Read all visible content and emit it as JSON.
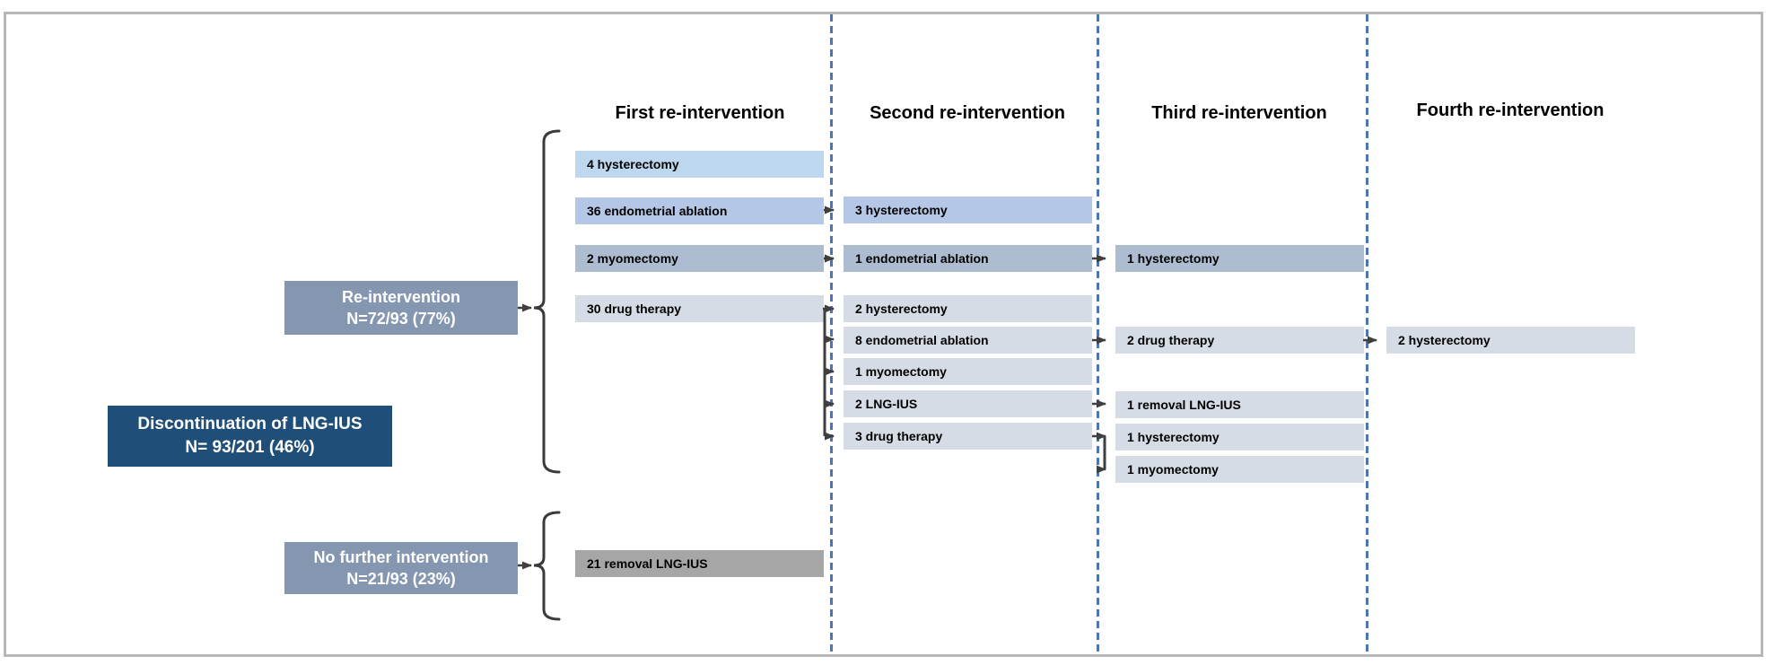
{
  "figure": {
    "headers": [
      "First re-intervention",
      "Second re-intervention",
      "Third re-intervention",
      "Fourth re-intervention"
    ],
    "summary_boxes": {
      "discontinuation": {
        "line1": "Discontinuation of LNG-IUS",
        "line2": "N= 93/201 (46%)"
      },
      "reintervention": {
        "line1": "Re-intervention",
        "line2": "N=72/93 (77%)"
      },
      "no_further": {
        "line1": "No further intervention",
        "line2": "N=21/93 (23%)"
      }
    },
    "nodes": {
      "first": {
        "hysterectomy": "4 hysterectomy",
        "endometrial_ablation": "36 endometrial ablation",
        "myomectomy": "2 myomectomy",
        "drug_therapy": "30 drug therapy",
        "removal_lng_ius": "21 removal LNG-IUS"
      },
      "second": {
        "hysterectomy3": "3 hysterectomy",
        "endometrial_ablation1": "1 endometrial ablation",
        "hysterectomy2": "2 hysterectomy",
        "endometrial_ablation8": "8 endometrial ablation",
        "myomectomy1": "1 myomectomy",
        "lng_ius2": "2 LNG-IUS",
        "drug_therapy3": "3 drug therapy"
      },
      "third": {
        "hysterectomy_upper": "1 hysterectomy",
        "drug_therapy2": "2 drug therapy",
        "removal_lng_ius1": "1 removal LNG-IUS",
        "hysterectomy_lower": "1 hysterectomy",
        "myomectomy1": "1 myomectomy"
      },
      "fourth": {
        "hysterectomy2": "2 hysterectomy"
      }
    },
    "colors": {
      "light_blue": "#bdd7ee",
      "periwinkle_blue": "#b4c7e7",
      "gray_blue": "#aebcd2",
      "light_gray_blue": "#d6dce5",
      "gray": "#a6a6a6",
      "slate_label": "#8496b0",
      "navy_label": "#1f4e79",
      "dashed_separator": "#4d74b5",
      "connector": "#3f3f3f",
      "frame_border": "#b7b7b7"
    }
  }
}
